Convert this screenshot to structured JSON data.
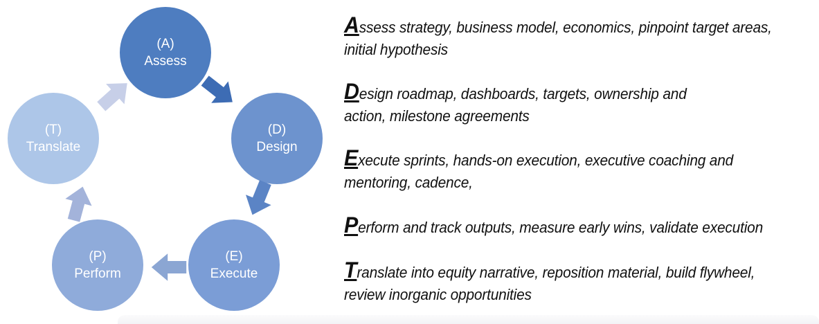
{
  "diagram": {
    "steps": [
      {
        "letter": "(A)",
        "name": "Assess",
        "color": "#4e7dc0"
      },
      {
        "letter": "(D)",
        "name": "Design",
        "color": "#6d93ce"
      },
      {
        "letter": "(E)",
        "name": "Execute",
        "color": "#7b9dd6"
      },
      {
        "letter": "(P)",
        "name": "Perform",
        "color": "#8fabda"
      },
      {
        "letter": "(T)",
        "name": "Translate",
        "color": "#adc6e8"
      }
    ],
    "arrows": [
      {
        "name": "assess-to-design",
        "color": "#3d6cb4"
      },
      {
        "name": "design-to-execute",
        "color": "#5b84c5"
      },
      {
        "name": "execute-to-perform",
        "color": "#8ba6d3"
      },
      {
        "name": "perform-to-translate",
        "color": "#a3b3da"
      },
      {
        "name": "translate-to-assess",
        "color": "#c7cfe8"
      }
    ]
  },
  "descriptions": [
    {
      "initial": "A",
      "line1": "ssess strategy, business model, economics,  pinpoint target areas,",
      "line2": "initial hypothesis"
    },
    {
      "initial": "D",
      "line1": "esign roadmap, dashboards, targets, ownership and",
      "line2": "action, milestone agreements"
    },
    {
      "initial": "E",
      "line1": "xecute sprints, hands-on execution, executive coaching and",
      "line2": "mentoring, cadence,"
    },
    {
      "initial": "P",
      "line1": "erform and track outputs, measure early wins, validate execution",
      "line2": ""
    },
    {
      "initial": "T",
      "line1": "ranslate into equity narrative, reposition material, build flywheel,",
      "line2": "review inorganic opportunities"
    }
  ],
  "text_color": "#111111"
}
